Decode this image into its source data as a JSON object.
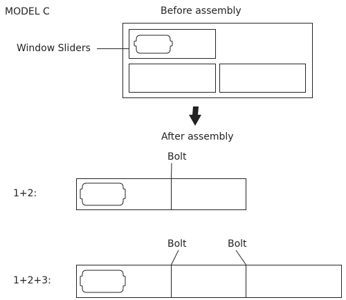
{
  "model_label": "MODEL C",
  "before": {
    "title": "Before assembly",
    "callout": "Window Sliders"
  },
  "after": {
    "title": "After assembly"
  },
  "configs": [
    {
      "label": "1+2:",
      "bolts": [
        "Bolt"
      ]
    },
    {
      "label": "1+2+3:",
      "bolts": [
        "Bolt",
        "Bolt"
      ]
    }
  ],
  "colors": {
    "line": "#222222",
    "background": "#ffffff"
  },
  "icons": {
    "arrow": "down-arrow-icon",
    "slider": "window-slider-icon"
  }
}
